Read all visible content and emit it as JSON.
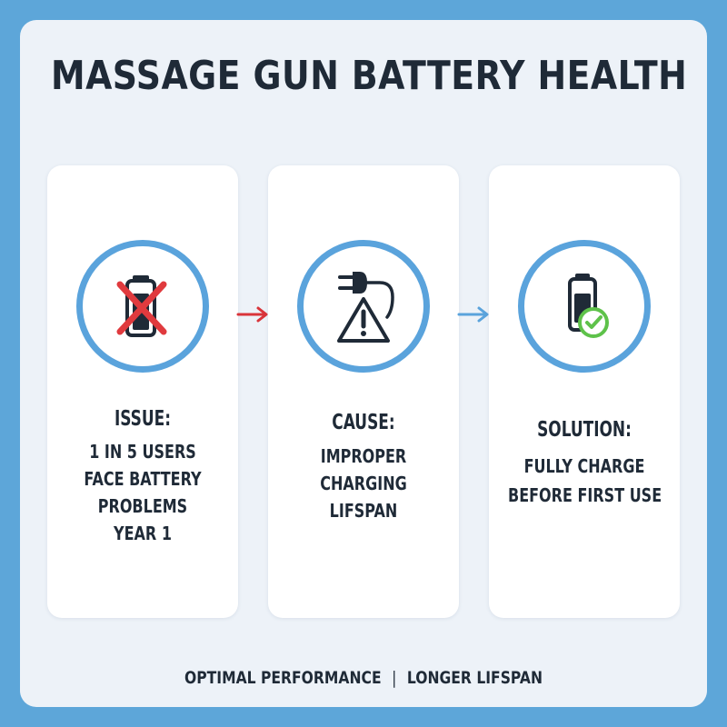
{
  "title": "MASSAGE GUN BATTERY HEALTH",
  "cards": [
    {
      "heading": "ISSUE:",
      "lines": [
        "1 IN 5 USERS",
        "FACE BATTERY",
        "PROBLEMS",
        "YEAR 1"
      ],
      "icon": "crossed-battery-icon"
    },
    {
      "heading": "CAUSE:",
      "lines": [
        "IMPROPER",
        "CHARGING",
        "LIFSPAN"
      ],
      "icon": "plug-warning-icon"
    },
    {
      "heading": "SOLUTION:",
      "lines": [
        "FULLY CHARGE",
        "BEFORE FIRST USE"
      ],
      "icon": "battery-check-icon"
    }
  ],
  "footer": {
    "left": "OPTIMAL PERFORMANCE",
    "separator": "|",
    "right": "LONGER LIFSPAN"
  },
  "colors": {
    "background": "#5da6d9",
    "ring": "#5aa3dc",
    "issue_arrow": "#d9343a",
    "cause_arrow": "#5aa3dc",
    "cross": "#e03a3e",
    "check": "#5ec24a",
    "text": "#1f2a37"
  }
}
